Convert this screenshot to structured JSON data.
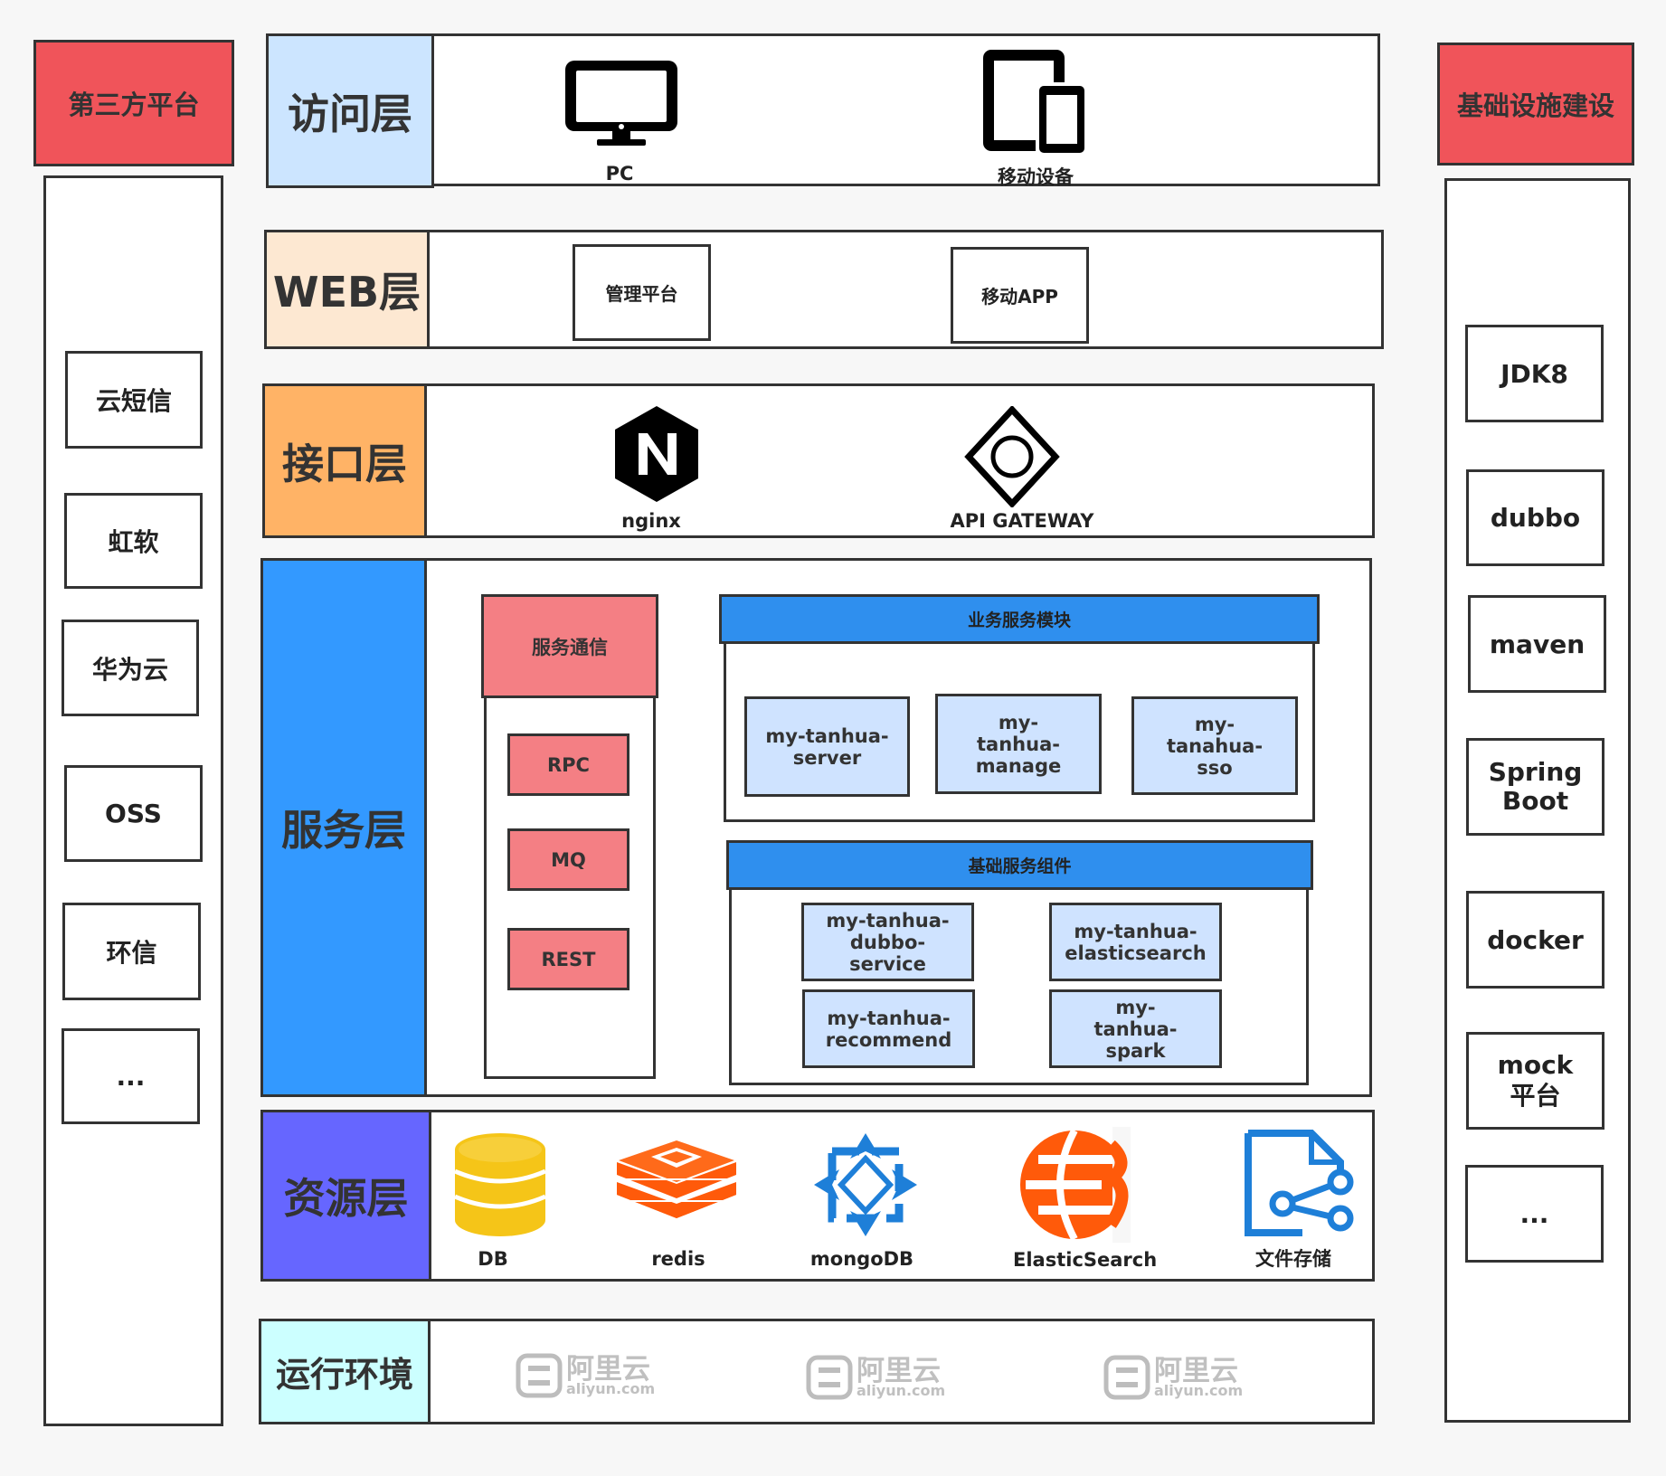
{
  "left_column": {
    "header": "第三方平台",
    "items": [
      "云短信",
      "虹软",
      "华为云",
      "OSS",
      "环信",
      "..."
    ]
  },
  "right_column": {
    "header": "基础设施建设",
    "items": [
      "JDK8",
      "dubbo",
      "maven",
      "Spring Boot",
      "docker",
      "mock 平台",
      "..."
    ]
  },
  "layers": {
    "access": {
      "label": "访问层",
      "items": [
        "PC",
        "移动设备"
      ],
      "color": "#cce5ff"
    },
    "web": {
      "label": "WEB层",
      "items": [
        "管理平台",
        "移动APP"
      ],
      "color": "#fde8d2"
    },
    "interface": {
      "label": "接口层",
      "items": [
        "nginx",
        "API GATEWAY"
      ],
      "color": "#ffb366"
    },
    "service": {
      "label": "服务层",
      "color": "#3399ff",
      "comm": {
        "title": "服务通信",
        "items": [
          "RPC",
          "MQ",
          "REST"
        ]
      },
      "business": {
        "title": "业务服务模块",
        "items": [
          "my-tanhua-server",
          "my-tanhua-manage",
          "my-tanahua-sso"
        ]
      },
      "base": {
        "title": "基础服务组件",
        "items": [
          "my-tanhua-dubbo-service",
          "my-tanhua-elasticsearch",
          "my-tanhua-recommend",
          "my-tanhua-spark"
        ]
      }
    },
    "resource": {
      "label": "资源层",
      "items": [
        "DB",
        "redis",
        "mongoDB",
        "ElasticSearch",
        "文件存储"
      ],
      "color": "#6666ff"
    },
    "runtime": {
      "label": "运行环境",
      "brand": "阿里云",
      "brand_sub": "aliyun.com",
      "color": "#ccffff"
    }
  },
  "icons": [
    "monitor-icon",
    "tablet-phone-icon",
    "nginx-icon",
    "api-gateway-icon",
    "database-icon",
    "redis-icon",
    "mongodb-icon",
    "elasticsearch-icon",
    "file-storage-icon",
    "aliyun-logo"
  ]
}
